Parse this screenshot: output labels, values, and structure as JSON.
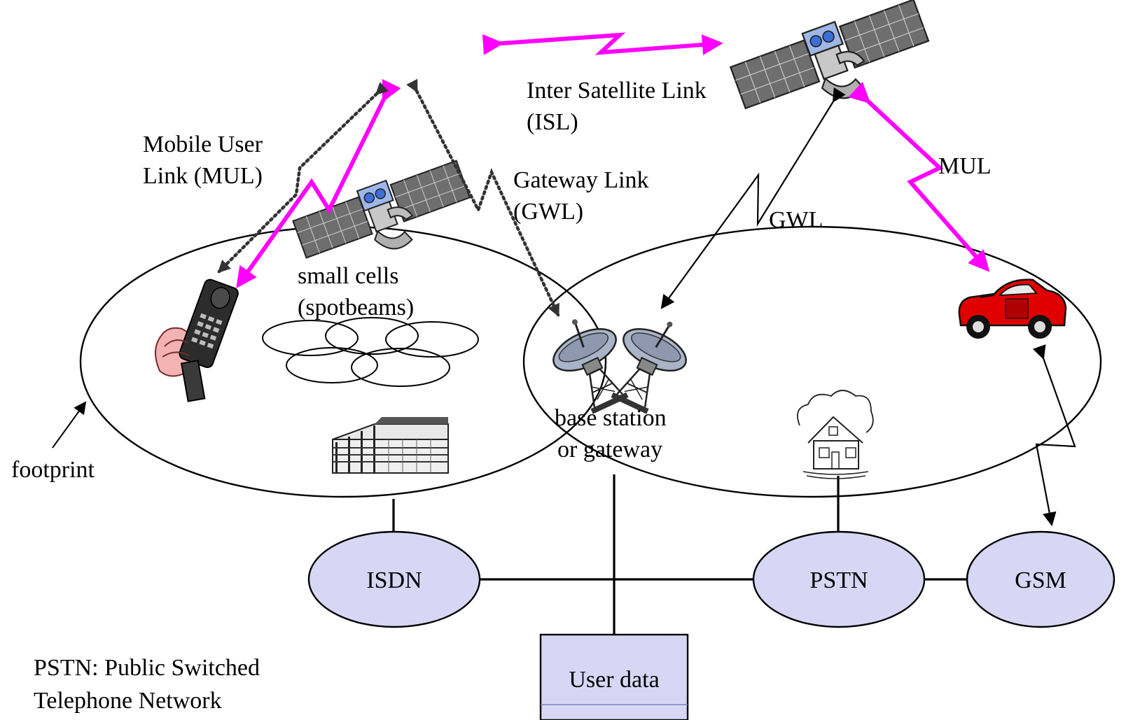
{
  "labels": {
    "isl": [
      "Inter Satellite Link",
      "(ISL)"
    ],
    "mul_left": [
      "Mobile User",
      "Link (MUL)"
    ],
    "gwl_left": [
      "Gateway Link",
      "(GWL)"
    ],
    "gwl_right": "GWL",
    "mul_right": "MUL",
    "small_cells": [
      "small cells",
      "(spotbeams)"
    ],
    "base_station": [
      "base station",
      "or gateway"
    ],
    "footprint": "footprint",
    "legend": [
      "PSTN: Public Switched",
      "Telephone Network"
    ]
  },
  "networks": [
    {
      "id": "isdn",
      "label": "ISDN"
    },
    {
      "id": "pstn",
      "label": "PSTN"
    },
    {
      "id": "gsm",
      "label": "GSM"
    }
  ],
  "user_data": {
    "label": "User data"
  },
  "colors": {
    "link_mobile": "#ff00ff",
    "network_fill": "#d7d7f5",
    "car": "#e00000",
    "dish": "#a9b4c8"
  },
  "icons": [
    "satellite-icon",
    "mobile-phone-icon",
    "car-icon",
    "office-building-icon",
    "house-icon",
    "satellite-dish-icon"
  ]
}
